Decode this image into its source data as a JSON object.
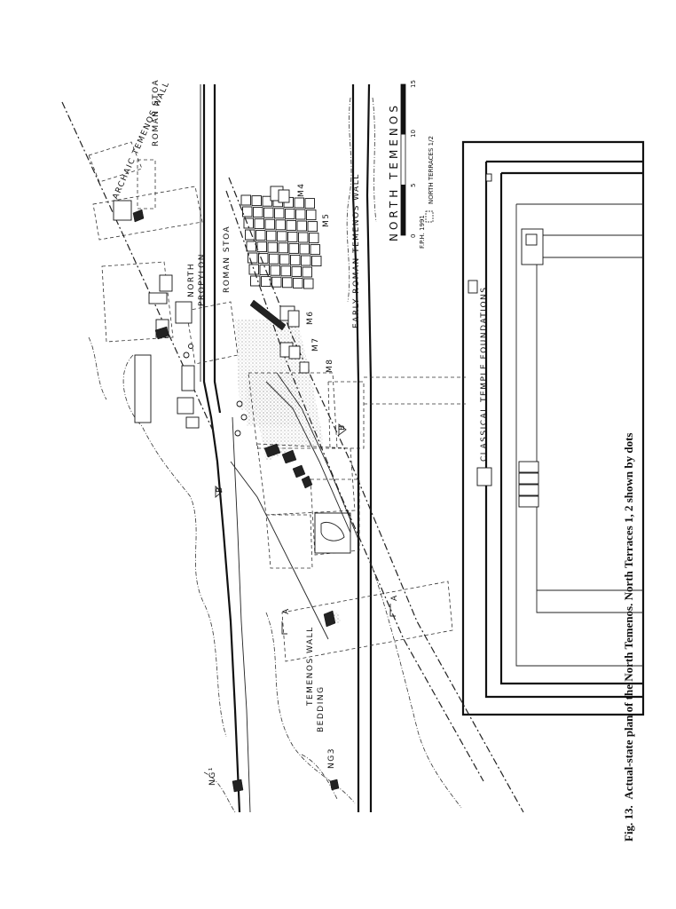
{
  "caption": {
    "fig": "Fig. 13.",
    "text": "Actual-state plan of the North Temenos. North Terraces 1, 2 shown by dots"
  },
  "labels": {
    "north_temenos": "NORTH TEMENOS",
    "classical_temple_foundations": "CLASSICAL TEMPLE FOUNDATIONS",
    "early_roman_temenos_wall": "EARLY ROMAN TEMENOS WALL",
    "roman_stoa_main": "ROMAN STOA",
    "roman_stoa_top": "ROMAN STOA",
    "archaic_temenos_wall": "ARCHAIC TEMENOS WALL",
    "north_propylon_1": "NORTH",
    "north_propylon_2": "PROPYLON",
    "temenos_wall_bedding_1": "TEMENOS WALL",
    "temenos_wall_bedding_2": "BEDDING",
    "m4": "M4",
    "m5": "M5",
    "m6": "M6",
    "m7": "M7",
    "m8": "M8",
    "ng1": "NG¹",
    "ng3": "NG3",
    "section_a_1": "A",
    "section_a_2": "A",
    "section_b_1": "B",
    "section_b_2": "B"
  },
  "scale": {
    "ticks": [
      "0",
      "5",
      "10",
      "15"
    ],
    "author": "F.P.H. 1991",
    "legend": "NORTH TERRACES 1/2"
  }
}
